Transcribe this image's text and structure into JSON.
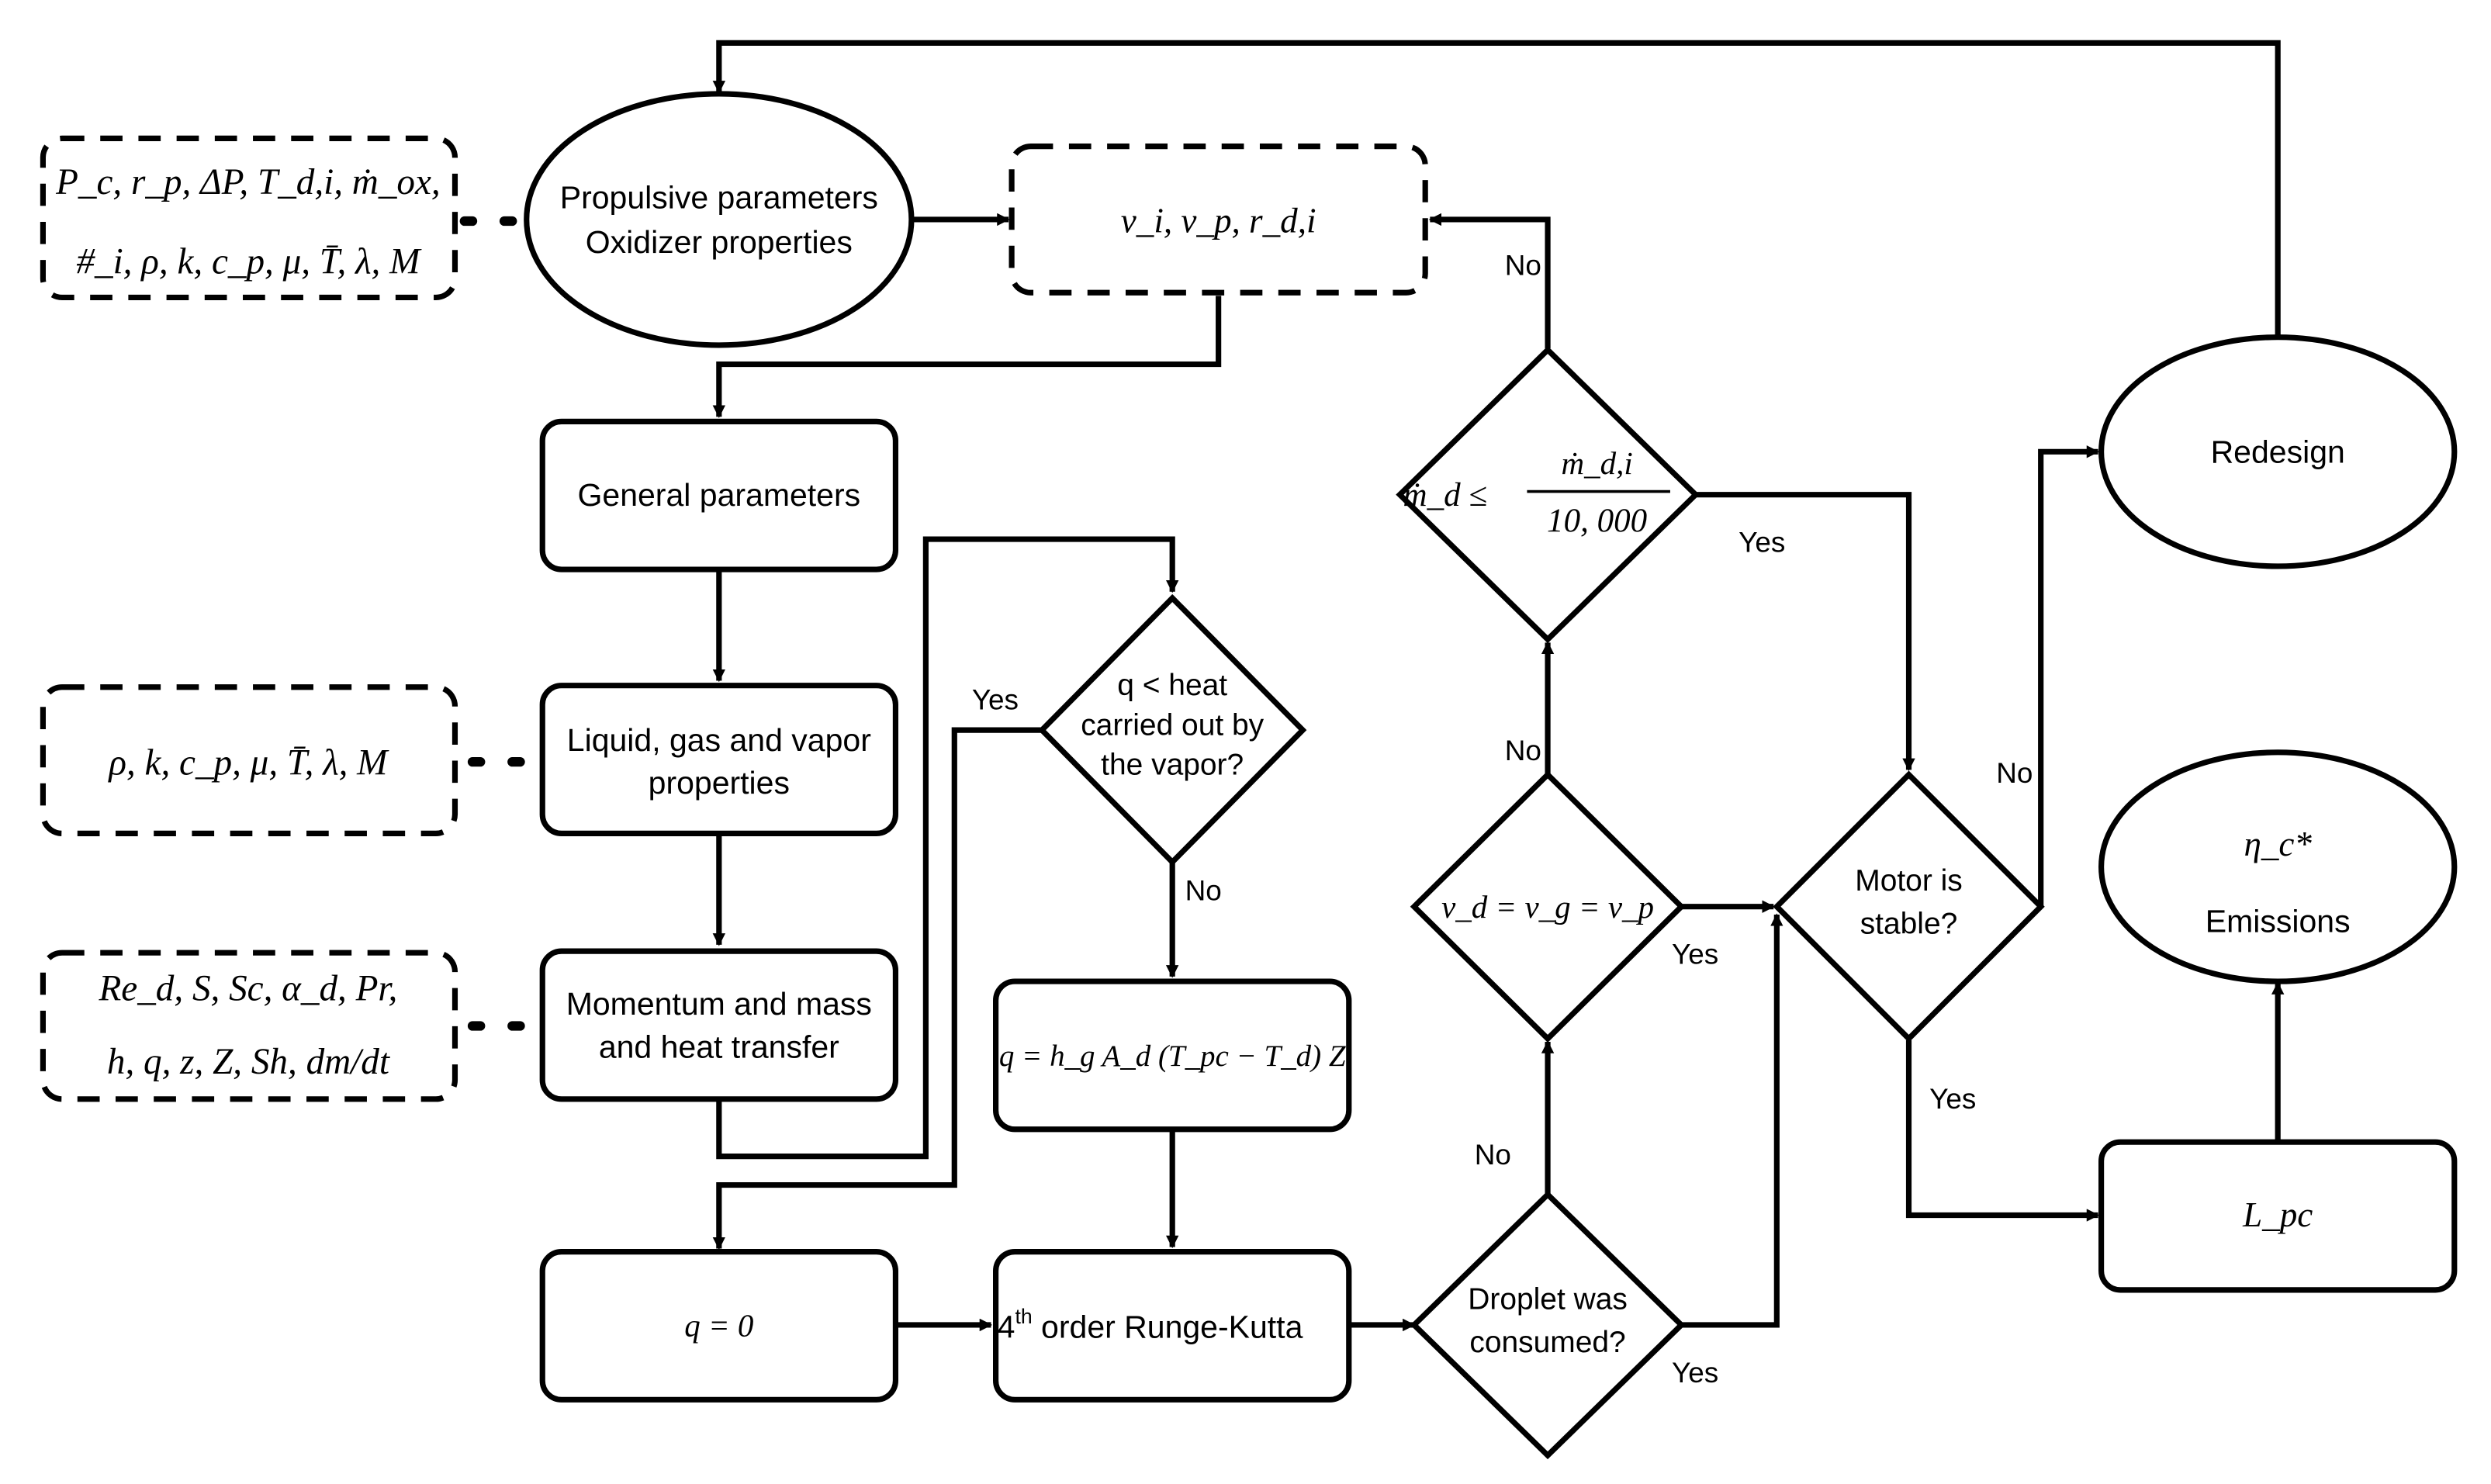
{
  "nodes": {
    "propulsive": {
      "line1": "Propulsive parameters",
      "line2": "Oxidizer properties"
    },
    "velocities": {
      "text": "v_i, v_p, r_d,i"
    },
    "general": {
      "text": "General parameters"
    },
    "liquid": {
      "line1": "Liquid, gas and vapor",
      "line2": "properties"
    },
    "momentum": {
      "line1": "Momentum and mass",
      "line2": "and heat transfer"
    },
    "heat_decision": {
      "line1": "q < heat",
      "line2": "carried out by",
      "line3": "the vapor?"
    },
    "q_formula": {
      "text": "q = h_g A_d (T_pc − T_d) Z"
    },
    "q_zero": {
      "text": "q = 0"
    },
    "runge_kutta": {
      "pre": "4",
      "sup": "th",
      "post": " order Runge-Kutta"
    },
    "droplet": {
      "line1": "Droplet was",
      "line2": "consumed?"
    },
    "velocity_eq": {
      "text": "v_d = v_g = v_p"
    },
    "mass_check": {
      "lhs": "ṁ_d ≤",
      "num": "ṁ_d,i",
      "den": "10, 000"
    },
    "motor": {
      "line1": "Motor is",
      "line2": "stable?"
    },
    "redesign": {
      "text": "Redesign"
    },
    "lpc": {
      "text": "L_pc"
    },
    "output": {
      "line1": "η_c*",
      "line2": "Emissions"
    }
  },
  "inputs": {
    "propulsive_params": {
      "line1": "P_c, r_p, ΔP, T_d,i, ṁ_ox,",
      "line2": "#_i, ρ, k, c_p, μ, T̄, λ, M"
    },
    "liquid_params": {
      "text": "ρ, k, c_p, μ, T̄, λ, M"
    },
    "transfer_params": {
      "line1": "Re_d, S, Sc, α_d, Pr,",
      "line2": "h, q, z, Z, Sh, dm/dt"
    }
  },
  "edge_labels": {
    "heat_yes": "Yes",
    "heat_no": "No",
    "droplet_no": "No",
    "droplet_yes": "Yes",
    "velocity_no": "No",
    "velocity_yes": "Yes",
    "mass_no": "No",
    "mass_yes": "Yes",
    "motor_no": "No",
    "motor_yes": "Yes"
  }
}
